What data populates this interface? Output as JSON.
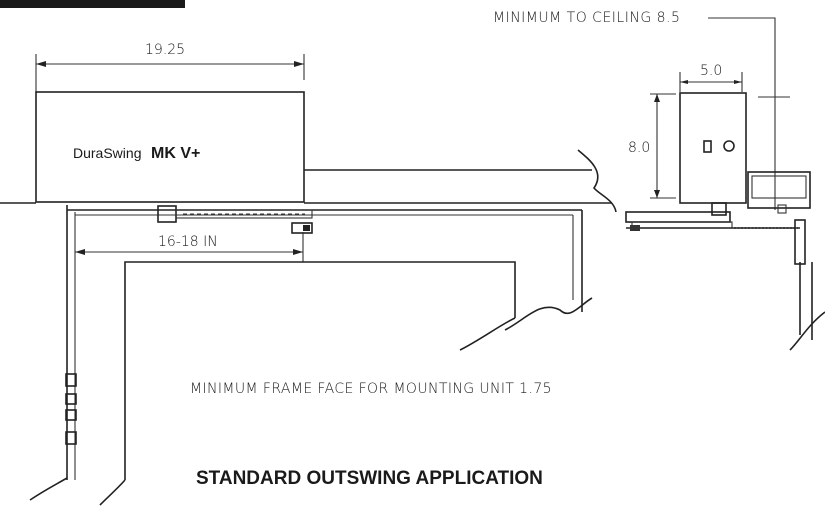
{
  "labels": {
    "min_ceiling": "MINIMUM TO CEILING 8.5",
    "width_top": "19.25",
    "product_prefix": "DuraSwing",
    "product_model": "MK V+",
    "arm_length": "16-18 IN",
    "dim_w": "5.0",
    "dim_h": "8.0",
    "frame_face": "MINIMUM FRAME FACE FOR MOUNTING UNIT 1.75",
    "title": "STANDARD OUTSWING APPLICATION"
  }
}
